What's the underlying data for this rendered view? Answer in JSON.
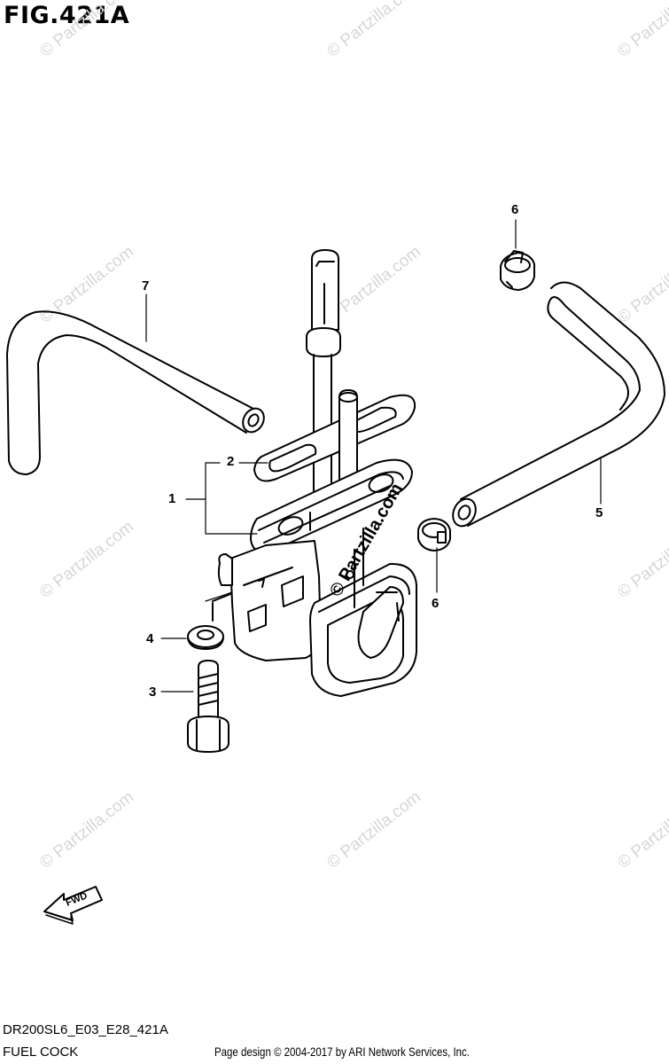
{
  "figure": {
    "title": "FIG.421A",
    "model_code": "DR200SL6_E03_E28_421A",
    "caption": "FUEL COCK",
    "copyright": "Page design © 2004-2017 by ARI Network Services, Inc."
  },
  "watermark": {
    "text": "© Partzilla.com",
    "center_text": "© Partzilla.com"
  },
  "callouts": [
    "1",
    "2",
    "3",
    "4",
    "5",
    "6",
    "6",
    "7"
  ],
  "fwd_label": "FWD"
}
